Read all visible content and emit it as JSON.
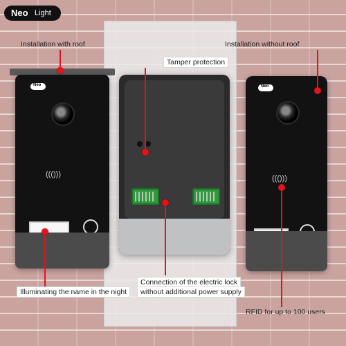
{
  "brand": {
    "neo": "Neo",
    "light": "Light"
  },
  "labels": {
    "installation_with_roof": "Installation with roof",
    "installation_without_roof": "Installation without roof",
    "tamper_protection": "Tamper protection",
    "illuminating_name": "Illuminating the name in the night",
    "electric_lock_line1": "Connection of the electric lock",
    "electric_lock_line2": "without additional power supply",
    "rfid_users": "RFID for up to 100 users"
  },
  "colors": {
    "accent_red": "#e3121b"
  },
  "icons": {
    "rfid": "rfid-icon",
    "camera": "camera-lens-icon"
  }
}
